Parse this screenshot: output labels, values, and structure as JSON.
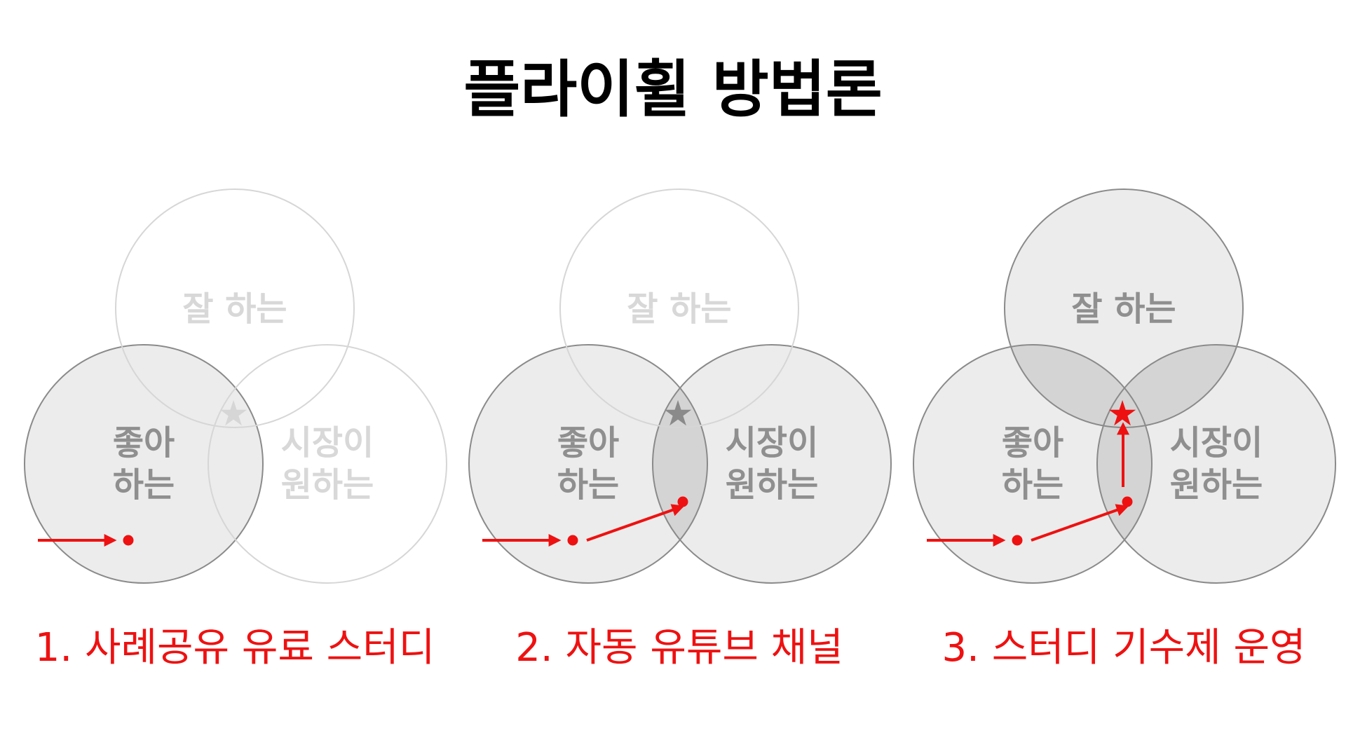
{
  "title": "플라이휠 방법론",
  "colors": {
    "accent": "#ee1111",
    "circle_active_fill": "#ececec",
    "circle_active_stroke": "#8a8a8a",
    "circle_inactive_stroke": "#d6d6d6",
    "label_active": "#8f8f8f",
    "label_inactive": "#d8d8d8",
    "overlap_fill": "#d4d4d4"
  },
  "labels": {
    "good_at": "잘 하는",
    "like_line1": "좋아",
    "like_line2": "하는",
    "market_line1": "시장이",
    "market_line2": "원하는",
    "star": "★"
  },
  "panels": [
    {
      "caption": "1. 사례공유 유료 스터디",
      "active": {
        "good_at": false,
        "like": true,
        "market": false
      },
      "star_color": "inactive"
    },
    {
      "caption": "2. 자동 유튜브 채널",
      "active": {
        "good_at": false,
        "like": true,
        "market": true
      },
      "star_color": "gray"
    },
    {
      "caption": "3. 스터디 기수제 운영",
      "active": {
        "good_at": true,
        "like": true,
        "market": true
      },
      "star_color": "red"
    }
  ]
}
